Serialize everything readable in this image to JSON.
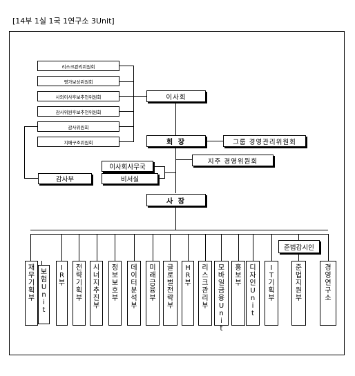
{
  "caption": "[14부 1실 1국 1연구소 3Unit]",
  "committees": [
    "리스크관리위원회",
    "평가보상위원회",
    "사외이사후보추천위원회",
    "감사위원후보추천위원회",
    "감사위원회",
    "지배구조위원회"
  ],
  "board": "이사회",
  "chairman": "회 장",
  "group_committee": "그룹 경영관리위원회",
  "holding_committee": "지주 경영위원회",
  "board_secretariat": "이사회사무국",
  "secretary_office": "비서실",
  "audit_dept": "감사부",
  "president": "사 장",
  "compliance": "준법감시인",
  "departments": [
    "재무기획부",
    "보험Unit",
    "IR부",
    "전략기획부",
    "시너지추진부",
    "정보보호부",
    "데이터분석부",
    "미래금융부",
    "글로벌전략부",
    "HR부",
    "리스크관리부",
    "모바일금융Unit",
    "홍보부",
    "디자인Unit",
    "IT기획부",
    "준법지원부",
    "경영연구소"
  ]
}
